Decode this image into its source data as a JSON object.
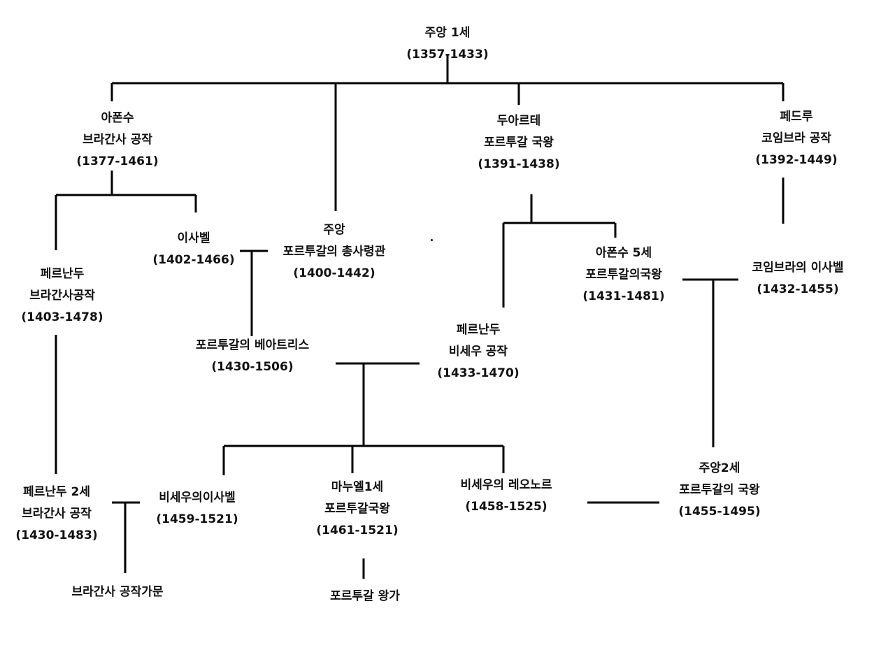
{
  "title": "",
  "people": {
    "joao1": {
      "name": "주앙 1세",
      "dates": "(1357-1433)"
    },
    "afonso_braganca": {
      "name": "아폰수",
      "title": "브라간사 공작",
      "dates": "(1377-1461)"
    },
    "duarte": {
      "name": "두아르테",
      "title": "포르투갈 국왕",
      "dates": "(1391-1438)"
    },
    "pedro": {
      "name": "페드루",
      "title": "코임브라 공작",
      "dates": "(1392-1449)"
    },
    "isabel_1402": {
      "name": "이사벨",
      "dates": "(1402-1466)"
    },
    "joao_constable": {
      "name": "주앙",
      "title": "포르투갈의 총사령관",
      "dates": "(1400-1442)"
    },
    "fernando_braganca": {
      "name": "페르난두",
      "title": "브라간사공작",
      "dates": "(1403-1478)"
    },
    "afonso5": {
      "name": "아폰수 5세",
      "title": "포르투갈의국왕",
      "dates": "(1431-1481)"
    },
    "isabel_coimbra": {
      "name": "코임브라의 이사벨",
      "dates": "(1432-1455)"
    },
    "beatriz": {
      "name": "포르투갈의 베아트리스",
      "dates": "(1430-1506)"
    },
    "fernando_viseu": {
      "name": "페르난두",
      "title": "비세우 공작",
      "dates": "(1433-1470)"
    },
    "fernando2": {
      "name": "페르난두 2세",
      "title": "브라간사 공작",
      "dates": "(1430-1483)"
    },
    "isabel_viseu": {
      "name": "비세우의이사벨",
      "dates": "(1459-1521)"
    },
    "manuel1": {
      "name": "마누엘1세",
      "title": "포르투갈국왕",
      "dates": "(1461-1521)"
    },
    "leonor_viseu": {
      "name": "비세우의 레오노르",
      "dates": "(1458-1525)"
    },
    "joao2": {
      "name": "주앙2세",
      "title": "포르투갈의 국왕",
      "dates": "(1455-1495)"
    }
  },
  "houses": {
    "braganca": "브라간사 공작가문",
    "portugal": "포르투갈 왕가"
  },
  "line_color": "#000000"
}
